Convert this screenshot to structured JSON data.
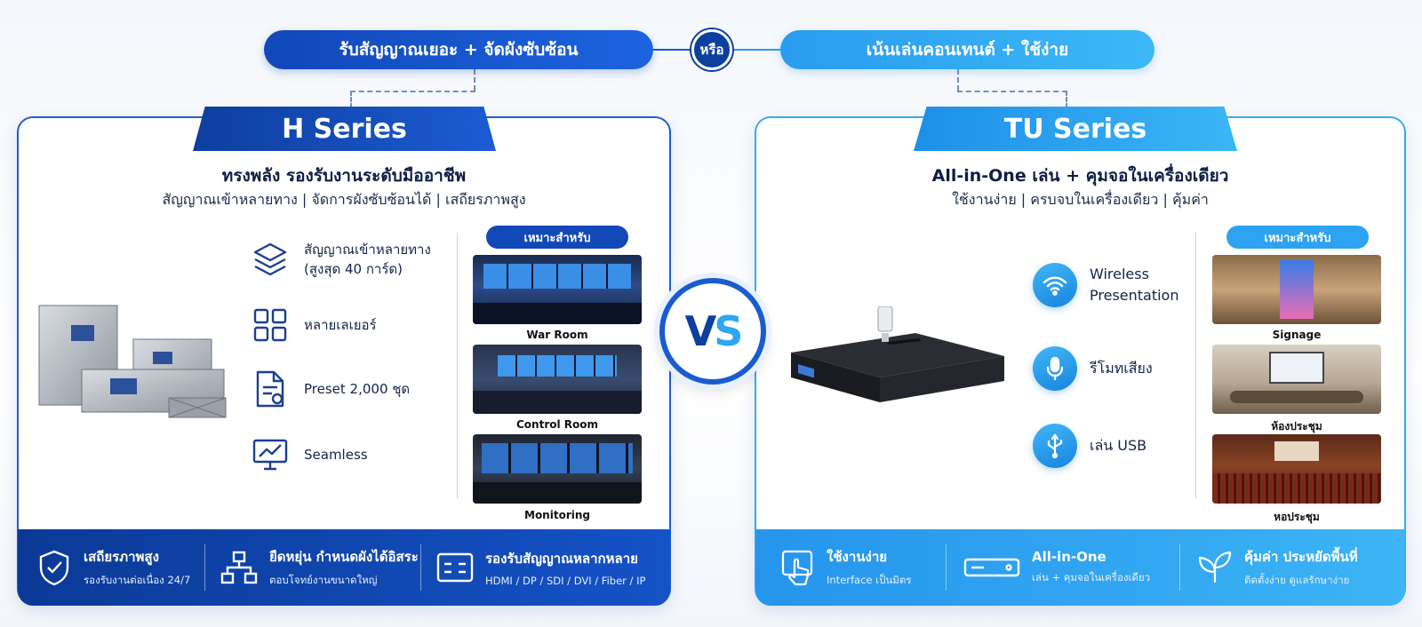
{
  "top": {
    "h_pill": "รับสัญญาณเยอะ + จัดผังซับซ้อน",
    "or": "หรือ",
    "tu_pill": "เน้นเล่นคอนเทนต์ + ใช้ง่าย"
  },
  "vs": {
    "v": "V",
    "s": "S"
  },
  "h": {
    "tab": "H Series",
    "headline": "ทรงพลัง รองรับงานระดับมืออาชีพ",
    "subline": "สัญญาณเข้าหลายทาง | จัดการผังซับซ้อนได้ | เสถียรภาพสูง",
    "features": [
      {
        "line1": "สัญญาณเข้าหลายทาง",
        "line2": "(สูงสุด 40 การ์ด)"
      },
      {
        "line1": "หลายเลเยอร์",
        "line2": ""
      },
      {
        "line1": "Preset 2,000 ชุด",
        "line2": ""
      },
      {
        "line1": "Seamless",
        "line2": ""
      }
    ],
    "suitable": "เหมาะสำหรับ",
    "uses": [
      "War Room",
      "Control Room",
      "Monitoring"
    ],
    "bar": [
      {
        "title": "เสถียรภาพสูง",
        "sub": "รองรับงานต่อเนื่อง 24/7"
      },
      {
        "title": "ยืดหยุ่น กำหนดผังได้อิสระ",
        "sub": "ตอบโจทย์งานขนาดใหญ่"
      },
      {
        "title": "รองรับสัญญาณหลากหลาย",
        "sub": "HDMI / DP / SDI / DVI / Fiber / IP"
      }
    ]
  },
  "tu": {
    "tab": "TU Series",
    "headline": "All-in-One เล่น + คุมจอในเครื่องเดียว",
    "subline": "ใช้งานง่าย | ครบจบในเครื่องเดียว | คุ้มค่า",
    "features": [
      {
        "line1": "Wireless",
        "line2": "Presentation"
      },
      {
        "line1": "รีโมทเสียง",
        "line2": ""
      },
      {
        "line1": "เล่น USB",
        "line2": ""
      }
    ],
    "suitable": "เหมาะสำหรับ",
    "uses": [
      "Signage",
      "ห้องประชุม",
      "หอประชุม"
    ],
    "bar": [
      {
        "title": "ใช้งานง่าย",
        "sub": "Interface เป็นมิตร"
      },
      {
        "title": "All-in-One",
        "sub": "เล่น + คุมจอในเครื่องเดียว"
      },
      {
        "title": "คุ้มค่า ประหยัดพื้นที่",
        "sub": "ติดตั้งง่าย ดูแลรักษาง่าย"
      }
    ]
  },
  "colors": {
    "h_primary": "#0d3f9e",
    "h_accent": "#1d63df",
    "tu_primary": "#1e8fe8",
    "tu_accent": "#3cb8f7"
  }
}
